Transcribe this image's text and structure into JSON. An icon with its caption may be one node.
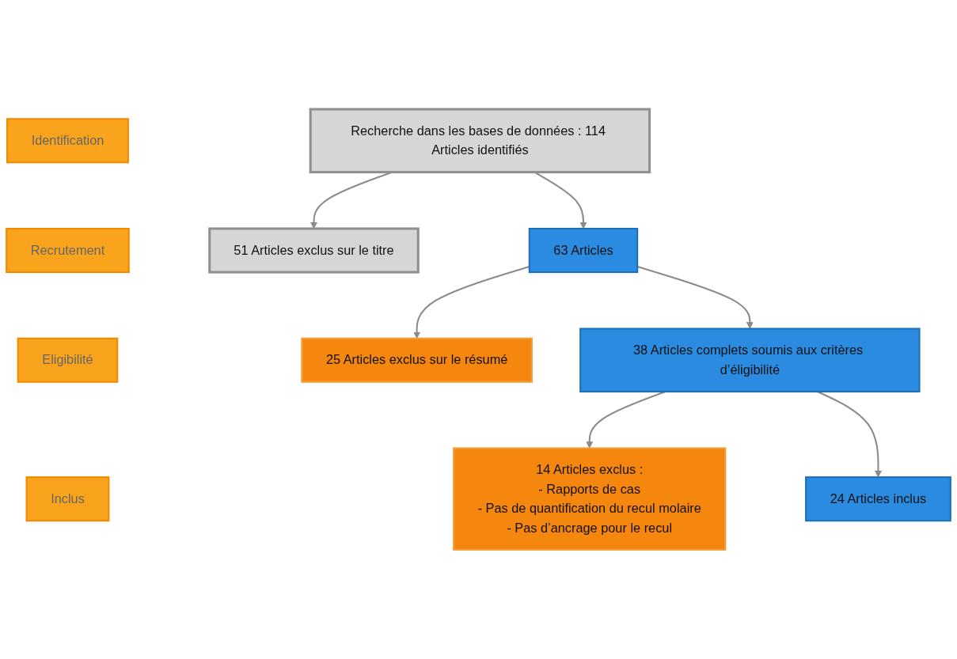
{
  "diagram": {
    "nodes": [
      {
        "text": [
          "Identification"
        ]
      },
      {
        "text": [
          "Recherche dans les bases de données : 114 Articles identifiés"
        ]
      },
      {
        "text": [
          "51 Articles exclus sur le titre"
        ]
      },
      {
        "text": [
          "Recrutement"
        ]
      },
      {
        "text": [
          "63 Articles"
        ]
      },
      {
        "text": [
          "25 Articles exclus sur le résumé"
        ]
      },
      {
        "text": [
          "Eligibilité"
        ]
      },
      {
        "text": [
          "38 Articles complets soumis aux critères d’éligibilité"
        ]
      },
      {
        "text": [
          "14 Articles exclus :",
          "- Rapports de cas",
          "- Pas de quantification du recul molaire",
          "- Pas d’ancrage pour le recul"
        ]
      },
      {
        "text": [
          "Inclus"
        ]
      },
      {
        "text": [
          "24 Articles inclus"
        ]
      }
    ],
    "edges": [
      {
        "from": 1,
        "to": 2,
        "arrow": "to"
      },
      {
        "from": 1,
        "to": 4,
        "arrow": "to"
      },
      {
        "from": 4,
        "to": 5,
        "arrow": "to"
      },
      {
        "from": 4,
        "to": 7,
        "arrow": "to"
      },
      {
        "from": 7,
        "to": 8,
        "arrow": "to"
      },
      {
        "from": 7,
        "to": 10,
        "arrow": "to"
      }
    ]
  }
}
